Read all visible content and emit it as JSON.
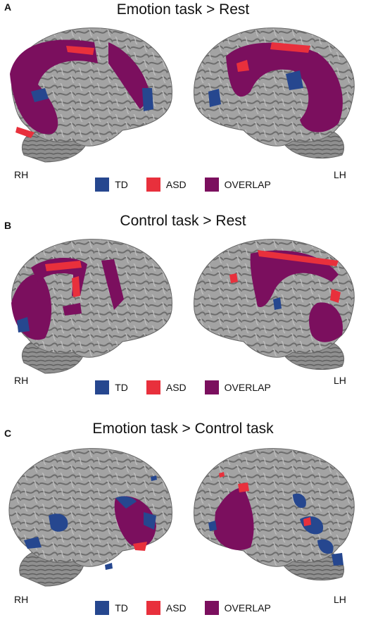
{
  "colors": {
    "td": "#26478f",
    "asd": "#e8303c",
    "overlap": "#7b0f5e",
    "brain": "#9a9a9a",
    "background": "#ffffff"
  },
  "panels": [
    {
      "letter": "A",
      "title": "Emotion task > Rest",
      "left_hemisphere_label": "RH",
      "right_hemisphere_label": "LH"
    },
    {
      "letter": "B",
      "title": "Control task > Rest",
      "left_hemisphere_label": "RH",
      "right_hemisphere_label": "LH"
    },
    {
      "letter": "C",
      "title": "Emotion task > Control task",
      "left_hemisphere_label": "RH",
      "right_hemisphere_label": "LH"
    }
  ],
  "legend": {
    "td": "TD",
    "asd": "ASD",
    "overlap": "OVERLAP"
  }
}
